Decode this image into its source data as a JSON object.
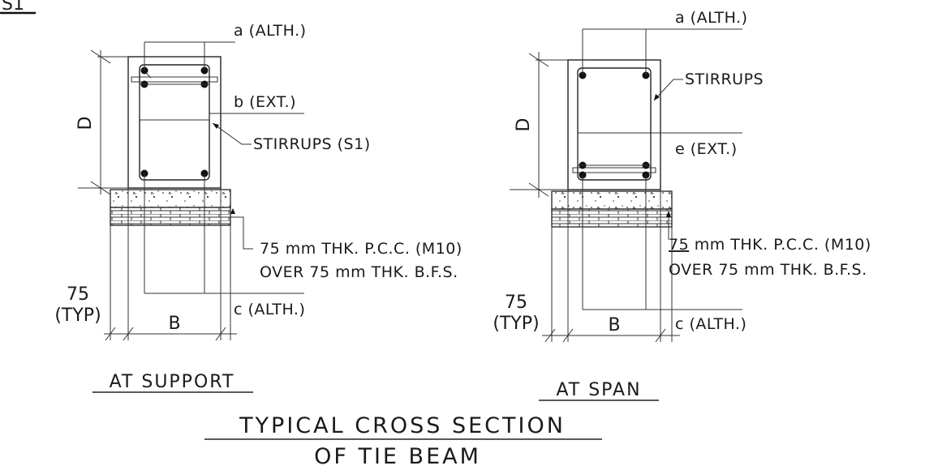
{
  "corner_mark": "S1",
  "support": {
    "top_bar": "a (ALTH.)",
    "extra_bar": "b (EXT.)",
    "stirrups": "STIRRUPS (S1)",
    "depth": "D",
    "width": "B",
    "bottom_bar": "c (ALTH.)",
    "typ_value": "75",
    "typ_note": "(TYP)",
    "pcc_line1": "75 mm THK. P.C.C. (M10)",
    "pcc_line2": "OVER 75 mm THK. B.F.S.",
    "caption": "AT SUPPORT"
  },
  "span": {
    "top_bar": "a (ALTH.)",
    "stirrups": "STIRRUPS",
    "depth": "D",
    "extra_bar": "e (EXT.)",
    "width": "B",
    "bottom_bar": "c (ALTH.)",
    "typ_value": "75",
    "typ_note": "(TYP)",
    "pcc_line1_num": "75",
    "pcc_line1_rest": " mm THK. P.C.C. (M10)",
    "pcc_line2": "OVER 75 mm THK. B.F.S.",
    "caption": "AT SPAN"
  },
  "title_line1": "TYPICAL CROSS SECTION",
  "title_line2": "OF TIE BEAM"
}
